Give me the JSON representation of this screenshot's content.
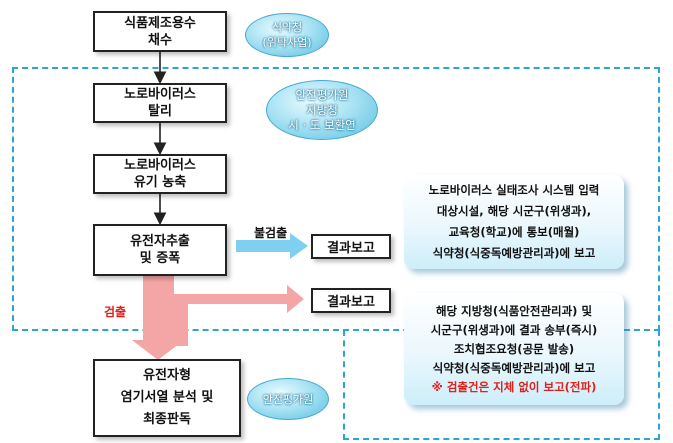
{
  "nodes": {
    "sampling": {
      "line1": "식품제조용수",
      "line2": "채수"
    },
    "isolation": {
      "line1": "노로바이러스",
      "line2": "탈리"
    },
    "concentration": {
      "line1": "노로바이러스",
      "line2": "유기 농축"
    },
    "extraction": {
      "line1": "유전자추출",
      "line2": "및 증폭"
    },
    "final": {
      "line1": "유전자형",
      "line2": "염기서열 분석 및",
      "line3": "최종판독"
    }
  },
  "ovals": {
    "mfds": {
      "line1": "식약청",
      "line2": "(위탁사업)"
    },
    "agencies": {
      "line1": "안전평가원",
      "line2": "지방청",
      "line3": "시 · 도 보환연"
    },
    "nifds": {
      "line1": "안전평가원"
    }
  },
  "labels": {
    "not_detected": "불검출",
    "detected": "검출"
  },
  "results": {
    "top": "결과보고",
    "bottom": "결과보고"
  },
  "panels": {
    "top": {
      "line1": "노로바이러스 실태조사 시스템 입력",
      "line2": "대상시설, 해당 시군구(위생과),",
      "line3": "교육청(학교)에 통보(매월)",
      "line4": "식약청(식중독예방관리과)에 보고"
    },
    "bottom": {
      "line1": "해당 지방청(식품안전관리과) 및",
      "line2": "시군구(위생과)에 결과 송부(즉시)",
      "line3": "조치협조요청(공문 발송)",
      "line4": "식약청(식중독예방관리과)에 보고",
      "line5": "※ 검출건은 지체 없이 보고(전파)"
    }
  },
  "colors": {
    "dashed_border": "#2aa6d6",
    "detected_arrow": "#f4a5a5",
    "not_detected_arrow": "#7fd0f0",
    "warning_text": "#e0201a"
  }
}
